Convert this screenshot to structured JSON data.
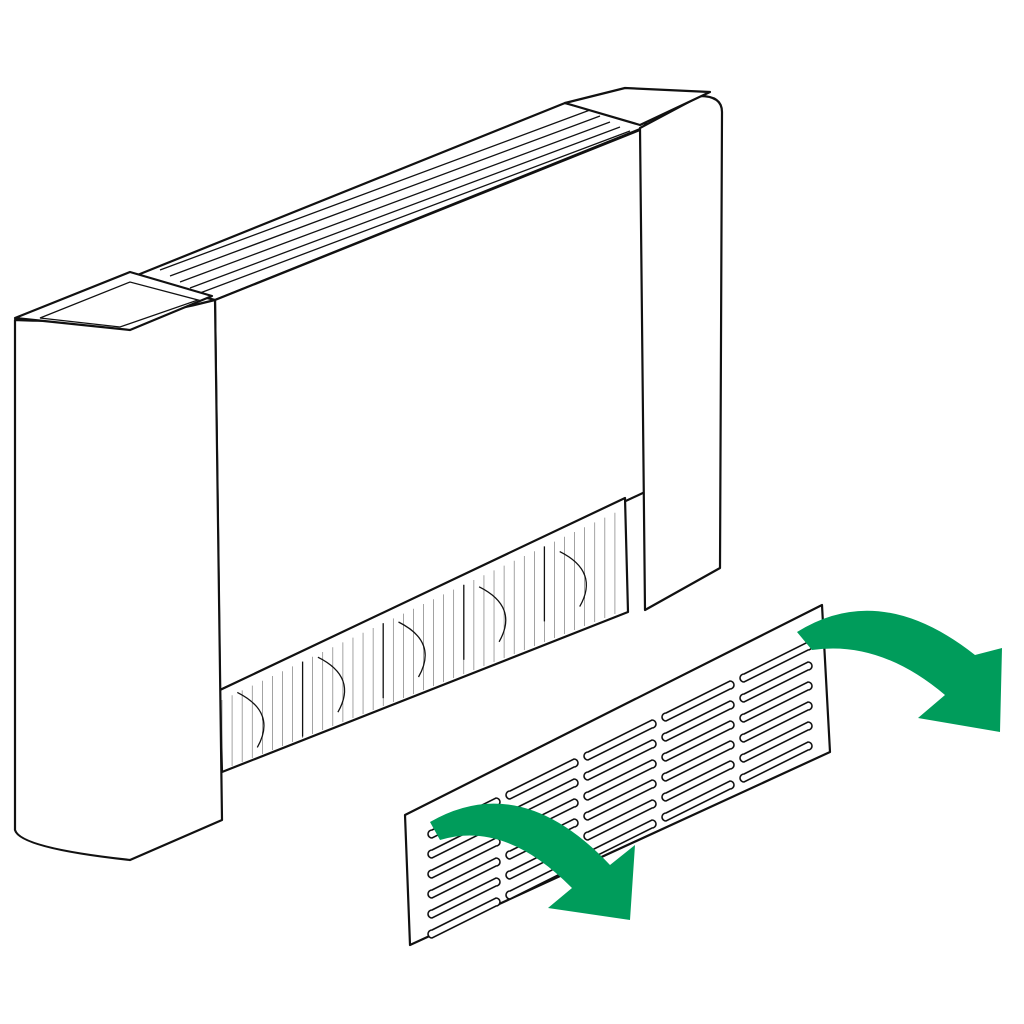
{
  "diagram": {
    "subject": "fan-coil-unit-front-grille-removal",
    "colors": {
      "arrow": "#009c5b",
      "line": "#111111",
      "background": "#ffffff"
    },
    "arrows": [
      {
        "name": "upper-right-arrow",
        "direction": "clockwise-down"
      },
      {
        "name": "lower-left-arrow",
        "direction": "clockwise-down"
      }
    ],
    "grille_slot_rows": 6,
    "grille_slot_columns": 5
  }
}
